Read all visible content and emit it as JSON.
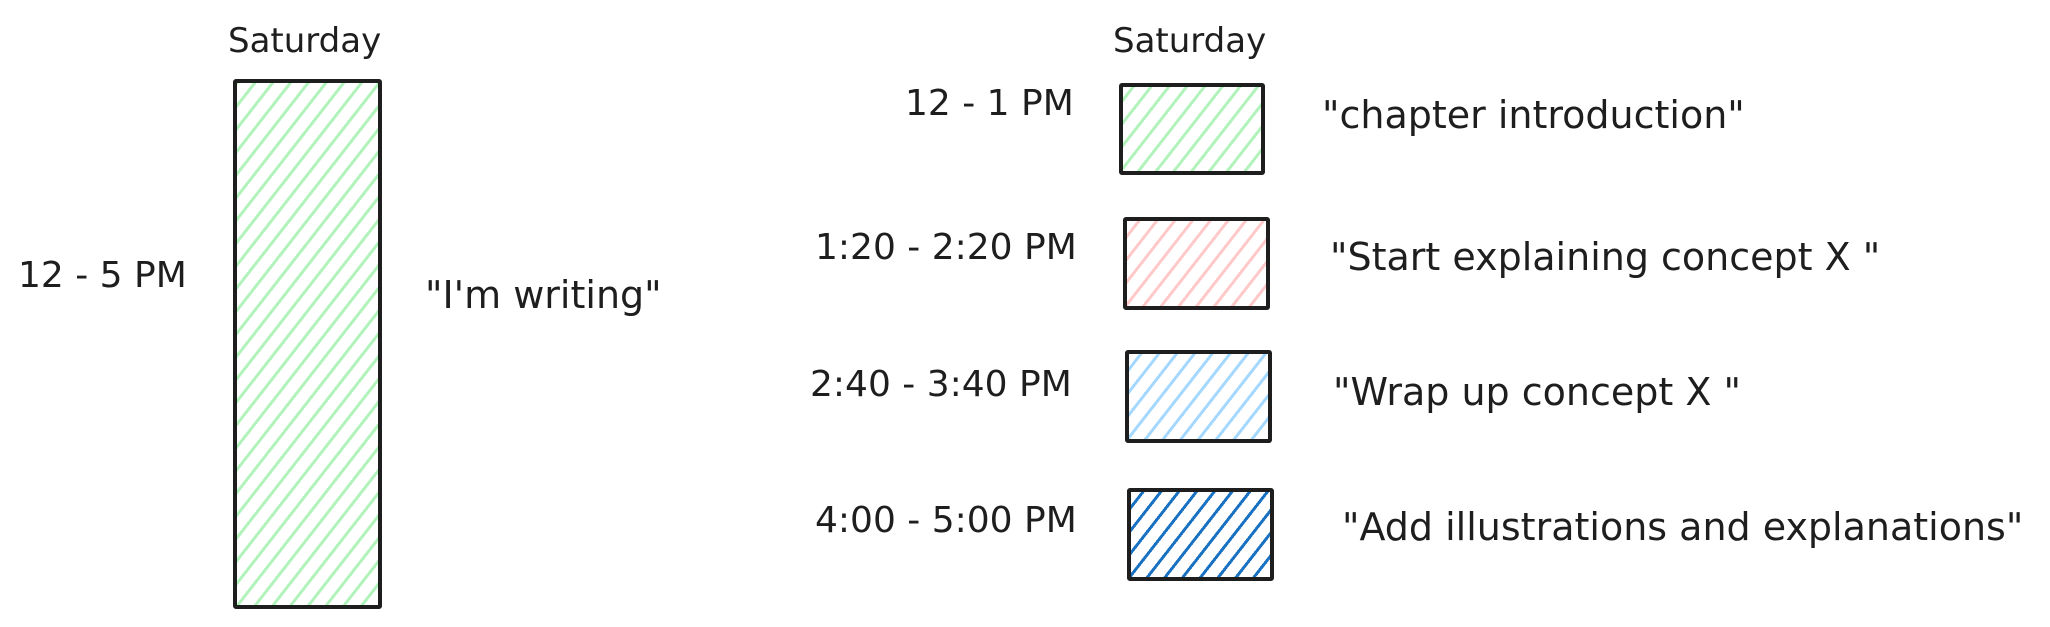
{
  "left": {
    "day": "Saturday",
    "time": "12 - 5 PM",
    "description": "\"I'm writing\"",
    "color": "#b2f2bb"
  },
  "right": {
    "day": "Saturday",
    "sessions": [
      {
        "time": "12 - 1 PM",
        "description": "\"chapter introduction\"",
        "color": "#b2f2bb"
      },
      {
        "time": "1:20 - 2:20 PM",
        "description": "\"Start explaining concept X \"",
        "color": "#ffc9c9"
      },
      {
        "time": "2:40 - 3:40 PM",
        "description": "\"Wrap up concept X \"",
        "color": "#a5d8ff"
      },
      {
        "time": "4:00 - 5:00 PM",
        "description": "\"Add illustrations and explanations\"",
        "color": "#1971c2"
      }
    ]
  }
}
